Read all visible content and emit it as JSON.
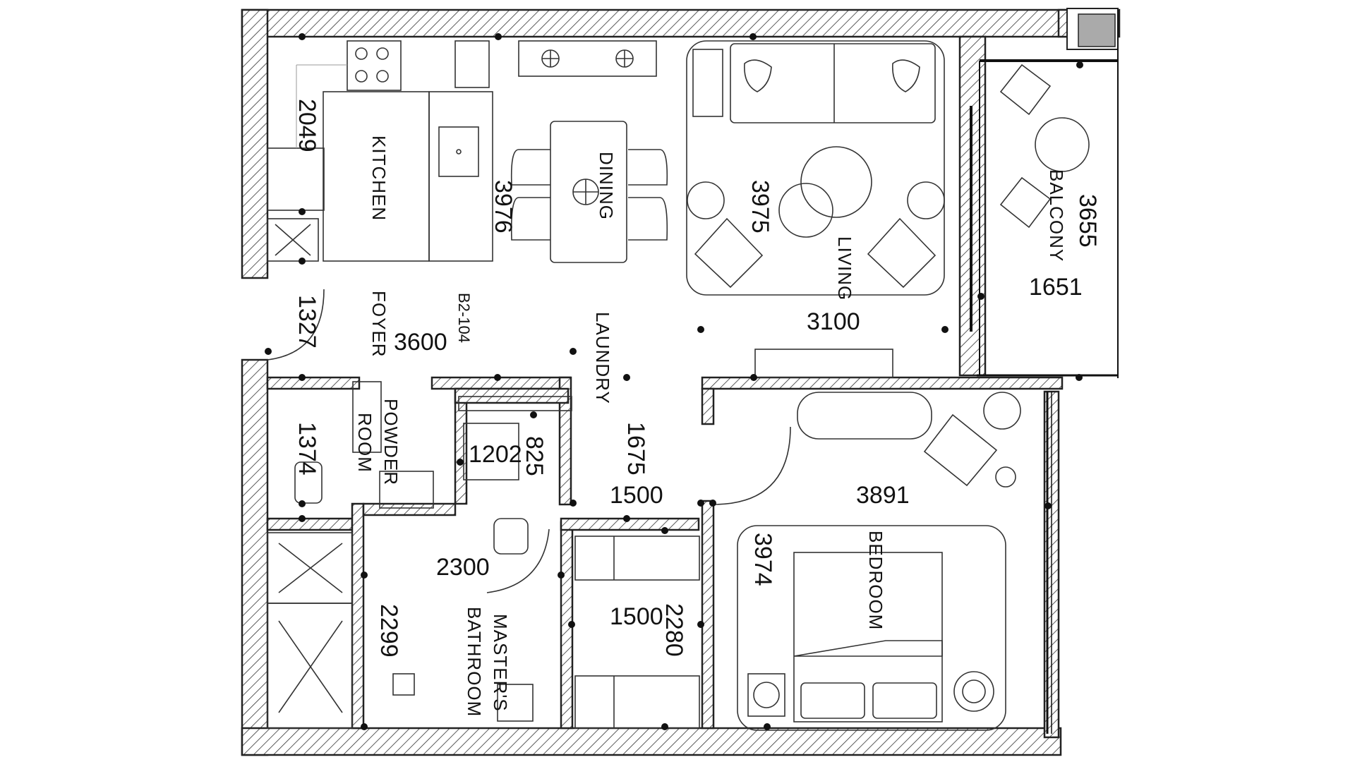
{
  "plan": {
    "unit_code": "B2-104",
    "rooms": {
      "kitchen": "KITCHEN",
      "dining": "DINING",
      "living": "LIVING",
      "balcony": "BALCONY",
      "foyer": "FOYER",
      "laundry": "LAUNDRY",
      "powder_room": [
        "POWDER",
        "ROOM"
      ],
      "masters_bathroom": [
        "MASTER'S",
        "BATHROOM"
      ],
      "bedroom": "BEDROOM"
    },
    "dimensions": {
      "kitchen_h": "2049",
      "dining_h": "3976",
      "living_h": "3975",
      "balcony_h": "3655",
      "balcony_w": "1651",
      "living_w": "3100",
      "foyer_h": "1327",
      "foyer_w": "3600",
      "powder_h": "1374",
      "laundry_w": "1202",
      "laundry_h": "825",
      "corridor_h": "1675",
      "corridor_w": "1500",
      "bedroom_w": "3891",
      "bedroom_h": "3974",
      "bath_w": "2300",
      "bath_h": "2299",
      "closet_w": "1500",
      "closet_h": "2280"
    }
  }
}
